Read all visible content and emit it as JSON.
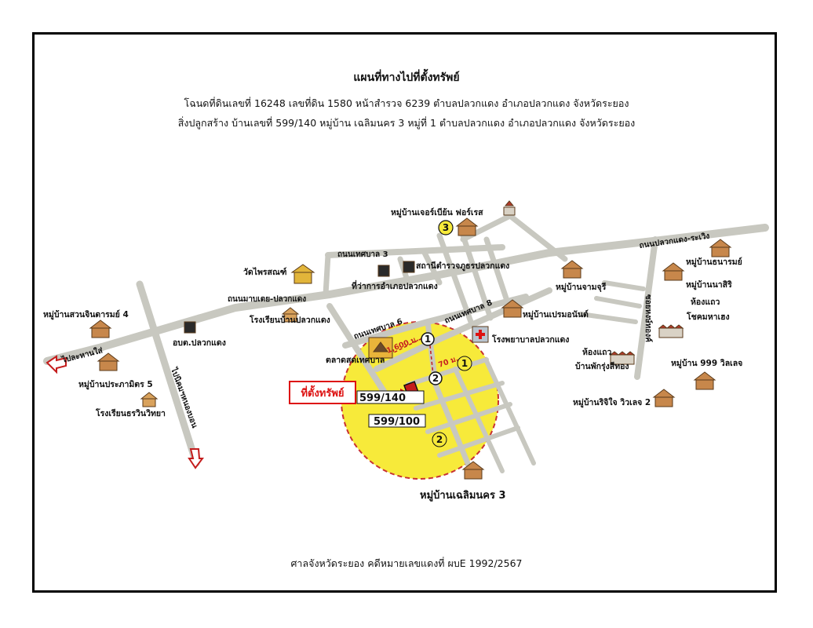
{
  "header": {
    "title": "แผนที่ทางไปที่ตั้งทรัพย์",
    "line1": "โฉนดที่ดินเลขที่ 16248  เลขที่ดิน 1580  หน้าสำรวจ 6239  ตำบลปลวกแดง  อำเภอปลวกแดง  จังหวัดระยอง",
    "line2": "สิ่งปลูกสร้าง  บ้านเลขที่ 599/140  หมู่บ้าน เฉลิมนคร 3  หมู่ที่ 1  ตำบลปลวกแดง  อำเภอปลวกแดง  จังหวัดระยอง"
  },
  "footer": "ศาลจังหวัดระยอง  คดีหมายเลขแดงที่ ผบE 1992/2567",
  "colors": {
    "road": "#c8c8c0",
    "zone": "#f7ea3a",
    "zone_border": "#c83232",
    "accent": "#d11111",
    "parcel": "#c41c1c"
  },
  "property": {
    "label": "ที่ตั้งทรัพย์",
    "house_no": "599/140",
    "neighbor_no": "599/100"
  },
  "roads": {
    "r1": "ถนนเทศบาล 3",
    "r2": "ถนนมาบเตย-ปลวกแดง",
    "r3": "ถนนปลวกแดง-ระเวิง",
    "r4": "ถนนเทศบาล 6",
    "r5": "ถนนเทศบาล 8",
    "r6": "ไปละหานใส่",
    "r7": "ไปนิคมฯหนองบอน",
    "r8": "ซอยหงษ์ทองค์"
  },
  "distances": {
    "d1": "1,600 ม.",
    "d2": "70 ม."
  },
  "markers": {
    "m1": "1",
    "m2": "2",
    "m3": "3"
  },
  "places": {
    "p1": "หมู่บ้านเจอร์เบีย้น ฟอร์เรส",
    "p2": "วัดไพรสณฑ์",
    "p3": "สถานีตำรวจภูธรปลวกแดง",
    "p4": "ที่ว่าการอำเภอปลวกแดง",
    "p5": "หมู่บ้านสวนจินดารมย์ 4",
    "p6": "อบต.ปลวกแดง",
    "p7": "โรงเรียนบ้านปลวกแดง",
    "p8": "หมู่บ้านประภามิตร 5",
    "p9": "โรงเรียนธรวินวิทยา",
    "p10": "ตลาดสดเทศบาล",
    "p11": "โรงพยาบาลปลวกแดง",
    "p12": "หมู่บ้านเปรมอนันต์",
    "p13": "หมู่บ้านจามจุรี",
    "p14": "หมู่บ้านธนารมย์",
    "p15": "หมู่บ้านนาสิริ",
    "p16": "ห้องแถว",
    "p17": "โชคมหาเฮง",
    "p18": "ห้องแถว",
    "p19": "บ้านพักรุ่งสีทอง",
    "p20": "หมู่บ้าน 999 วิลเลจ",
    "p21": "หมู่บ้านริจิใจ วิวเลจ 2",
    "p22": "หมู่บ้านเฉลิมนคร 3"
  }
}
